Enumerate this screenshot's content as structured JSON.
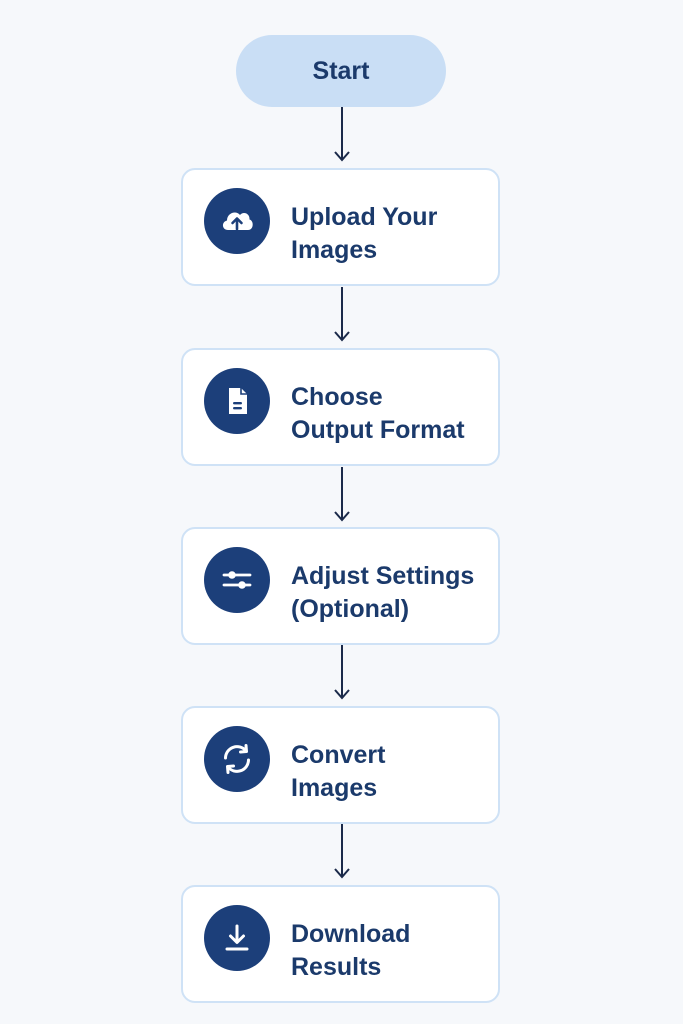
{
  "start": {
    "label": "Start"
  },
  "steps": [
    {
      "label": "Upload Your\nImages",
      "icon": "cloud-upload-icon"
    },
    {
      "label": "Choose\nOutput Format",
      "icon": "document-icon"
    },
    {
      "label": "Adjust Settings\n(Optional)",
      "icon": "sliders-icon"
    },
    {
      "label": "Convert\nImages",
      "icon": "refresh-icon"
    },
    {
      "label": "Download\nResults",
      "icon": "download-icon"
    }
  ],
  "colors": {
    "background": "#f6f8fb",
    "start_fill": "#c9def5",
    "box_border": "#cfe2f6",
    "icon_fill": "#1c3f7a",
    "text": "#1b3a6b",
    "arrow": "#1b2a4a"
  }
}
